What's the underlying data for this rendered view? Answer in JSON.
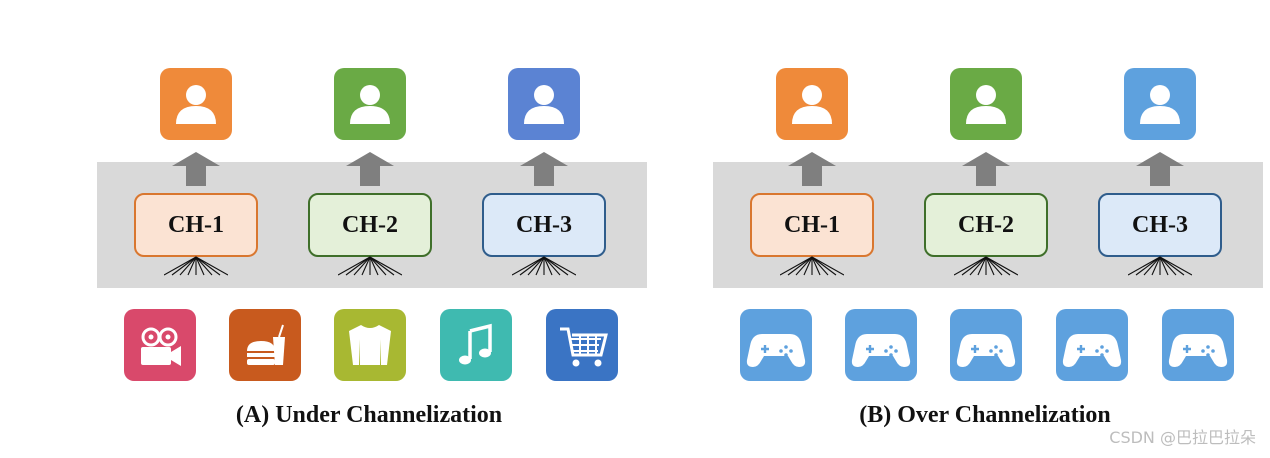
{
  "colors": {
    "orange": "#ef8a3a",
    "green": "#6aaa45",
    "blue": "#5b83d3",
    "light_blue": "#5ea1de",
    "band_gray": "#d9d9d9",
    "arrow_gray": "#7f7f7f"
  },
  "panels": [
    {
      "caption": "(A) Under Channelization",
      "users": [
        {
          "color": "#ef8a3a",
          "icon": "user-icon"
        },
        {
          "color": "#6aaa45",
          "icon": "user-icon"
        },
        {
          "color": "#5b83d3",
          "icon": "user-icon"
        }
      ],
      "channels": [
        {
          "label": "CH-1",
          "fill": "#fbe3d3",
          "border": "#d9772f"
        },
        {
          "label": "CH-2",
          "fill": "#e4f0d9",
          "border": "#3f6f2a"
        },
        {
          "label": "CH-3",
          "fill": "#dce9f8",
          "border": "#2f5d8c"
        }
      ],
      "items": [
        {
          "color": "#d9496b",
          "icon": "video-camera-icon"
        },
        {
          "color": "#c85a1e",
          "icon": "fast-food-icon"
        },
        {
          "color": "#a8b832",
          "icon": "shirt-icon"
        },
        {
          "color": "#3fbab0",
          "icon": "music-note-icon"
        },
        {
          "color": "#3a74c4",
          "icon": "shopping-cart-icon"
        }
      ]
    },
    {
      "caption": "(B) Over Channelization",
      "users": [
        {
          "color": "#ef8a3a",
          "icon": "user-icon"
        },
        {
          "color": "#6aaa45",
          "icon": "user-icon"
        },
        {
          "color": "#5ea1de",
          "icon": "user-icon"
        }
      ],
      "channels": [
        {
          "label": "CH-1",
          "fill": "#fbe3d3",
          "border": "#d9772f"
        },
        {
          "label": "CH-2",
          "fill": "#e4f0d9",
          "border": "#3f6f2a"
        },
        {
          "label": "CH-3",
          "fill": "#dce9f8",
          "border": "#2f5d8c"
        }
      ],
      "items": [
        {
          "color": "#5ea1de",
          "icon": "gamepad-icon"
        },
        {
          "color": "#5ea1de",
          "icon": "gamepad-icon"
        },
        {
          "color": "#5ea1de",
          "icon": "gamepad-icon"
        },
        {
          "color": "#5ea1de",
          "icon": "gamepad-icon"
        },
        {
          "color": "#5ea1de",
          "icon": "gamepad-icon"
        }
      ]
    }
  ],
  "watermark": "CSDN @巴拉巴拉朵"
}
